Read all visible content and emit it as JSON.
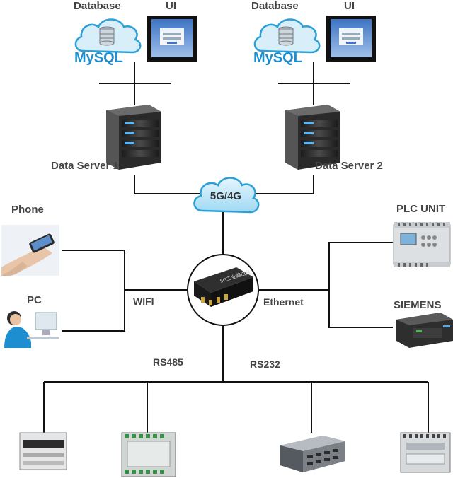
{
  "top_left": {
    "database_label": "Database",
    "ui_label": "UI",
    "server_label": "Data Server 1",
    "db_logo_text": "MySQL"
  },
  "top_right": {
    "database_label": "Database",
    "ui_label": "UI",
    "server_label": "Data Server 2",
    "db_logo_text": "MySQL"
  },
  "cloud_label": "5G/4G",
  "left_devices": {
    "phone_label": "Phone",
    "pc_label": "PC",
    "link_label": "WIFI"
  },
  "right_devices": {
    "plc_label": "PLC UNIT",
    "siemens_label": "SIEMENS",
    "link_label": "Ethernet"
  },
  "bottom": {
    "rs485_label": "RS485",
    "rs232_label": "RS232"
  },
  "colors": {
    "line": "#111111",
    "cloud": "#2a9fd8",
    "cloud_fill": "#bfe6f8",
    "label": "#444444"
  }
}
